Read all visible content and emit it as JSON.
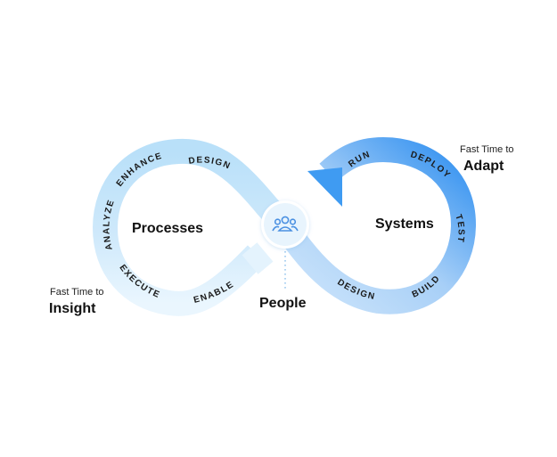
{
  "diagram": {
    "left_loop": {
      "title": "Processes",
      "segments": [
        "DESIGN",
        "ENHANCE",
        "ANALYZE",
        "EXECUTE",
        "ENABLE"
      ],
      "note": {
        "line1": "Fast Time to",
        "line2": "Insight"
      }
    },
    "right_loop": {
      "title": "Systems",
      "segments": [
        "RUN",
        "DEPLOY",
        "TEST",
        "BUILD",
        "DESIGN"
      ],
      "note": {
        "line1": "Fast Time to",
        "line2": "Adapt"
      }
    },
    "center": {
      "label": "People",
      "icon": "people-group-icon"
    },
    "colors": {
      "left_light": "#e4f3fd",
      "left_mid": "#b9e0f9",
      "right_light": "#c9e3fb",
      "right_mid": "#a6cff7",
      "right_dark": "#3f9bf2",
      "icon_blue": "#4a90e2"
    }
  }
}
